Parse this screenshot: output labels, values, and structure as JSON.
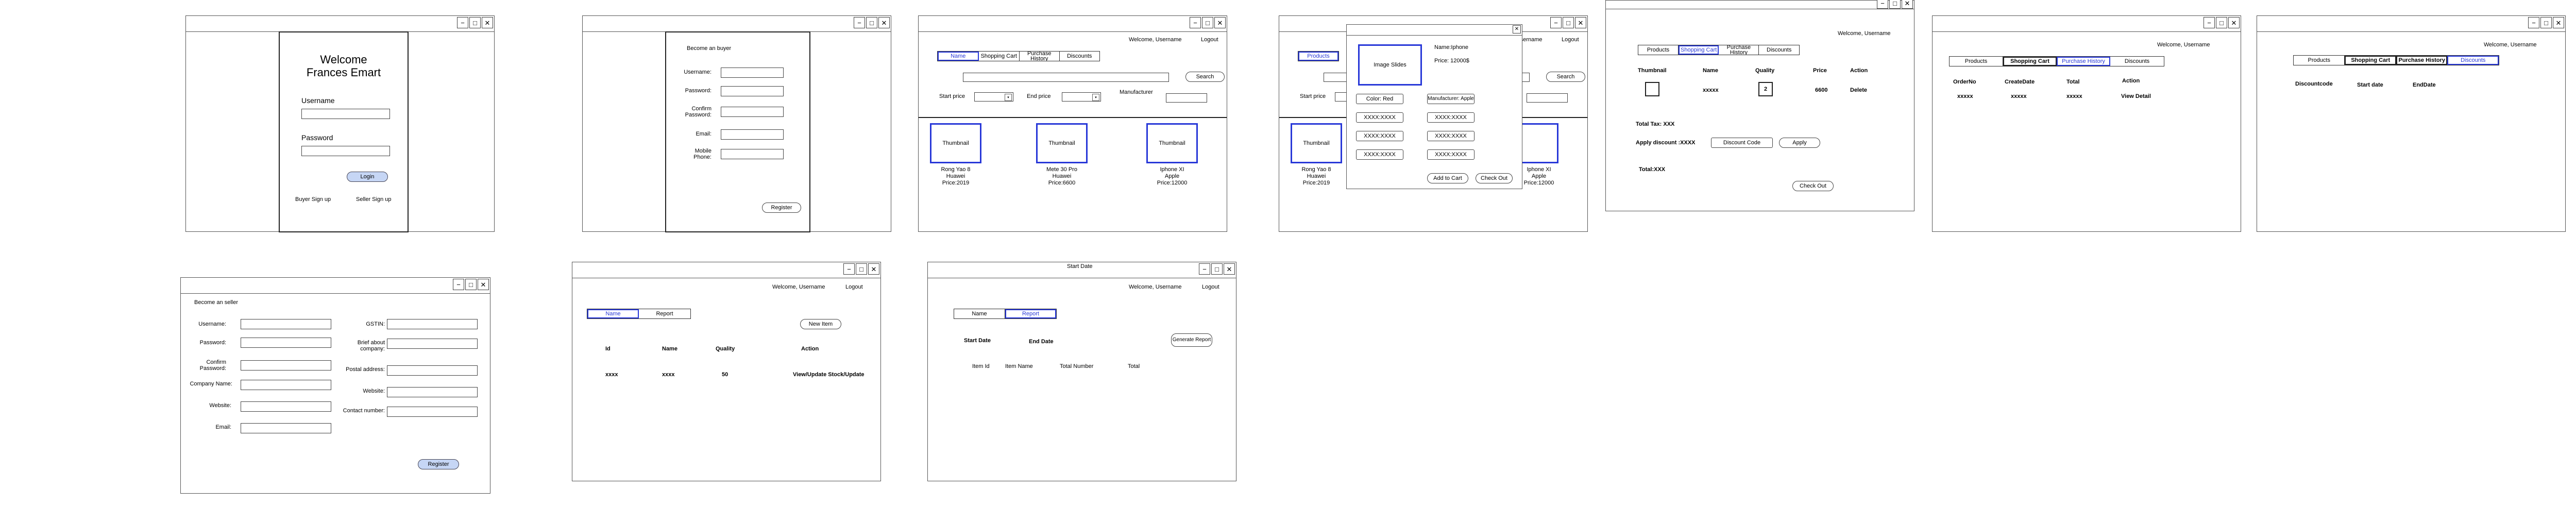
{
  "login": {
    "title_line1": "Welcome",
    "title_line2": "Frances Emart",
    "username_label": "Username",
    "password_label": "Password",
    "login_button": "Login",
    "buyer_signup": "Buyer Sign up",
    "seller_signup": "Seller Sign up"
  },
  "buyer_signup": {
    "title": "Become an buyer",
    "fields": [
      "Username:",
      "Password:",
      "Confirm Password:",
      "Email:",
      "Mobile Phone:"
    ],
    "register_button": "Register"
  },
  "product_list": {
    "welcome": "Welcome, Username",
    "logout": "Logout",
    "tabs": [
      "Name",
      "Shopping Cart",
      "Purchase History",
      "Discounts"
    ],
    "search_button": "Search",
    "start_price": "Start price",
    "end_price": "End price",
    "manufacturer": "Manufacturer",
    "thumbnail": "Thumbnail",
    "products": [
      {
        "line1": "Rong Yao 8",
        "line2": "Huawei",
        "line3": "Price:2019"
      },
      {
        "line1": "Mete 30 Pro",
        "line2": "Huawei",
        "line3": "Price:6600"
      },
      {
        "line1": "Iphone XI",
        "line2": "Apple",
        "line3": "Price:12000"
      }
    ]
  },
  "product_detail": {
    "welcome": "Welcome, Username",
    "logout": "Logout",
    "tab_products": "Products",
    "search_button": "Search",
    "start_price": "Start price",
    "thumbnail": "Thumbnail",
    "product_left": {
      "line1": "Rong Yao 8",
      "line2": "Huawei",
      "line3": "Price:2019"
    },
    "product_right": {
      "line1": "Iphone XI",
      "line2": "Apple",
      "line3": "Price:12000"
    },
    "image_slides": "Image Slides",
    "name": "Name:Iphone",
    "price": "Price: 12000$",
    "color": "Color: Red",
    "manufacturer": "Manufacturer: Apple",
    "placeholder": "XXXX:XXXX",
    "add_to_cart": "Add to Cart",
    "check_out": "Check Out"
  },
  "cart": {
    "welcome": "Welcome, Username",
    "tabs": [
      "Products",
      "Shopping Cart",
      "Purchase History",
      "Discounts"
    ],
    "headers": [
      "Thumbnail",
      "Name",
      "Quality",
      "Price",
      "Action"
    ],
    "row": {
      "name": "xxxxx",
      "quality": "2",
      "price": "6600",
      "action": "Delete"
    },
    "total_tax": "Total Tax: XXX",
    "apply_discount": "Apply discount :XXXX",
    "discount_code": "Discount Code",
    "apply_button": "Apply",
    "total": "Total:XXX",
    "check_out": "Check Out"
  },
  "history": {
    "welcome": "Welcome, Username",
    "tabs": [
      "Products",
      "Shopping Cart",
      "Purchase History",
      "Discounts"
    ],
    "headers": [
      "OrderNo",
      "CreateDate",
      "Total",
      "Action"
    ],
    "row": [
      "xxxxx",
      "xxxxx",
      "xxxxx",
      "View Detail"
    ]
  },
  "discounts": {
    "welcome": "Welcome, Username",
    "tabs": [
      "Products",
      "Shopping Cart",
      "Purchase History",
      "Discounts"
    ],
    "headers": [
      "Discountcode",
      "Start date",
      "EndDate"
    ]
  },
  "seller_signup": {
    "title": "Become an seller",
    "left_fields": [
      "Username:",
      "Password:",
      "Confirm Password:",
      "Company Name:",
      "Website:",
      "Email:"
    ],
    "right_fields": [
      "GSTIN:",
      "Brief about company:",
      "Postal address:",
      "Website:",
      "Contact number:"
    ],
    "register_button": "Register"
  },
  "seller_items": {
    "welcome": "Welcome, Username",
    "logout": "Logout",
    "tabs": [
      "Name",
      "Report"
    ],
    "new_item": "New Item",
    "headers": [
      "Id",
      "Name",
      "Quality",
      "Action"
    ],
    "row": [
      "xxxx",
      "xxxx",
      "50",
      "View/Update Stock/Update"
    ]
  },
  "report": {
    "start_date_title": "Start Date",
    "welcome": "Welcome, Username",
    "logout": "Logout",
    "tabs": [
      "Name",
      "Report"
    ],
    "start_date": "Start Date",
    "end_date": "End Date",
    "generate": "Generate Report",
    "headers": [
      "Item Id",
      "Item Name",
      "Total Number",
      "Total"
    ]
  },
  "window_controls": {
    "minimize": "−",
    "maximize": "□",
    "close": "✕"
  }
}
